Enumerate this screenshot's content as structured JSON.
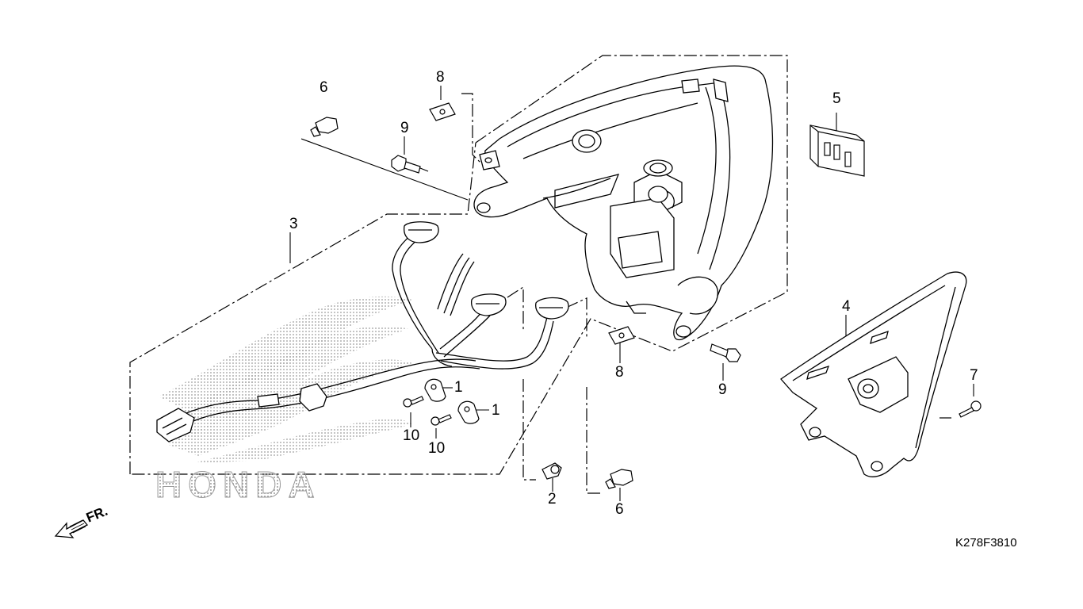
{
  "diagram": {
    "watermark_text": "HONDA",
    "front_label": "FR.",
    "reference_code": "K278F3810",
    "callouts": [
      {
        "id": "c1a",
        "text": "1"
      },
      {
        "id": "c1b",
        "text": "1"
      },
      {
        "id": "c2",
        "text": "2"
      },
      {
        "id": "c3",
        "text": "3"
      },
      {
        "id": "c4",
        "text": "4"
      },
      {
        "id": "c5",
        "text": "5"
      },
      {
        "id": "c6a",
        "text": "6"
      },
      {
        "id": "c6b",
        "text": "6"
      },
      {
        "id": "c7",
        "text": "7"
      },
      {
        "id": "c8a",
        "text": "8"
      },
      {
        "id": "c8b",
        "text": "8"
      },
      {
        "id": "c9a",
        "text": "9"
      },
      {
        "id": "c9b",
        "text": "9"
      },
      {
        "id": "c10a",
        "text": "10"
      },
      {
        "id": "c10b",
        "text": "10"
      }
    ],
    "parts": [
      "clamp",
      "bulb-wedge",
      "harness-assembly",
      "side-lens",
      "reflector",
      "bulb-socket",
      "tapping-screw",
      "clip-nut",
      "flange-bolt",
      "small-tapping-screw",
      "tail-light-housing"
    ]
  }
}
